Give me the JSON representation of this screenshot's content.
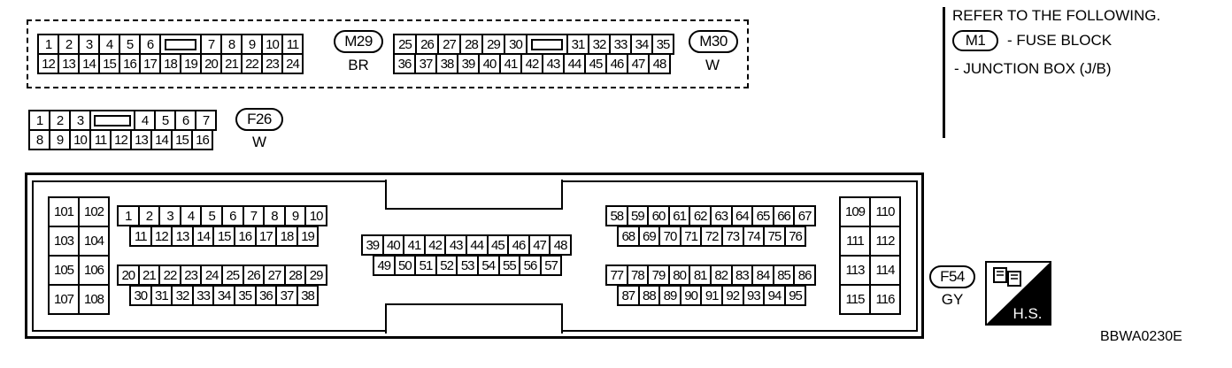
{
  "legend": {
    "refer_text": "REFER TO THE FOLLOWING.",
    "fuse_badge": "M1",
    "fuse_text": "- FUSE BLOCK",
    "junction_text": "- JUNCTION BOX (J/B)"
  },
  "m29": {
    "id": "M29",
    "color": "BR",
    "top_left": [
      "1",
      "2",
      "3",
      "4",
      "5",
      "6"
    ],
    "top_right": [
      "7",
      "8",
      "9",
      "10",
      "11"
    ],
    "bottom": [
      "12",
      "13",
      "14",
      "15",
      "16",
      "17",
      "18",
      "19",
      "20",
      "21",
      "22",
      "23",
      "24"
    ]
  },
  "m30": {
    "id": "M30",
    "color": "W",
    "top_left": [
      "25",
      "26",
      "27",
      "28",
      "29",
      "30"
    ],
    "top_right": [
      "31",
      "32",
      "33",
      "34",
      "35"
    ],
    "bottom": [
      "36",
      "37",
      "38",
      "39",
      "40",
      "41",
      "42",
      "43",
      "44",
      "45",
      "46",
      "47",
      "48"
    ]
  },
  "f26": {
    "id": "F26",
    "color": "W",
    "top_left": [
      "1",
      "2",
      "3"
    ],
    "top_right": [
      "4",
      "5",
      "6",
      "7"
    ],
    "bottom": [
      "8",
      "9",
      "10",
      "11",
      "12",
      "13",
      "14",
      "15",
      "16"
    ]
  },
  "f54": {
    "id": "F54",
    "color": "GY",
    "hs_label": "H.S.",
    "left_col": [
      "101",
      "102",
      "103",
      "104",
      "105",
      "106",
      "107",
      "108"
    ],
    "a1": [
      "1",
      "2",
      "3",
      "4",
      "5",
      "6",
      "7",
      "8",
      "9",
      "10"
    ],
    "a2": [
      "11",
      "12",
      "13",
      "14",
      "15",
      "16",
      "17",
      "18",
      "19"
    ],
    "a3": [
      "20",
      "21",
      "22",
      "23",
      "24",
      "25",
      "26",
      "27",
      "28",
      "29"
    ],
    "a4": [
      "30",
      "31",
      "32",
      "33",
      "34",
      "35",
      "36",
      "37",
      "38"
    ],
    "c1": [
      "39",
      "40",
      "41",
      "42",
      "43",
      "44",
      "45",
      "46",
      "47",
      "48"
    ],
    "c2": [
      "49",
      "50",
      "51",
      "52",
      "53",
      "54",
      "55",
      "56",
      "57"
    ],
    "b1": [
      "58",
      "59",
      "60",
      "61",
      "62",
      "63",
      "64",
      "65",
      "66",
      "67"
    ],
    "b2": [
      "68",
      "69",
      "70",
      "71",
      "72",
      "73",
      "74",
      "75",
      "76"
    ],
    "b3": [
      "77",
      "78",
      "79",
      "80",
      "81",
      "82",
      "83",
      "84",
      "85",
      "86"
    ],
    "b4": [
      "87",
      "88",
      "89",
      "90",
      "91",
      "92",
      "93",
      "94",
      "95"
    ],
    "right_col": [
      "109",
      "110",
      "111",
      "112",
      "113",
      "114",
      "115",
      "116"
    ]
  },
  "figure_code": "BBWA0230E"
}
